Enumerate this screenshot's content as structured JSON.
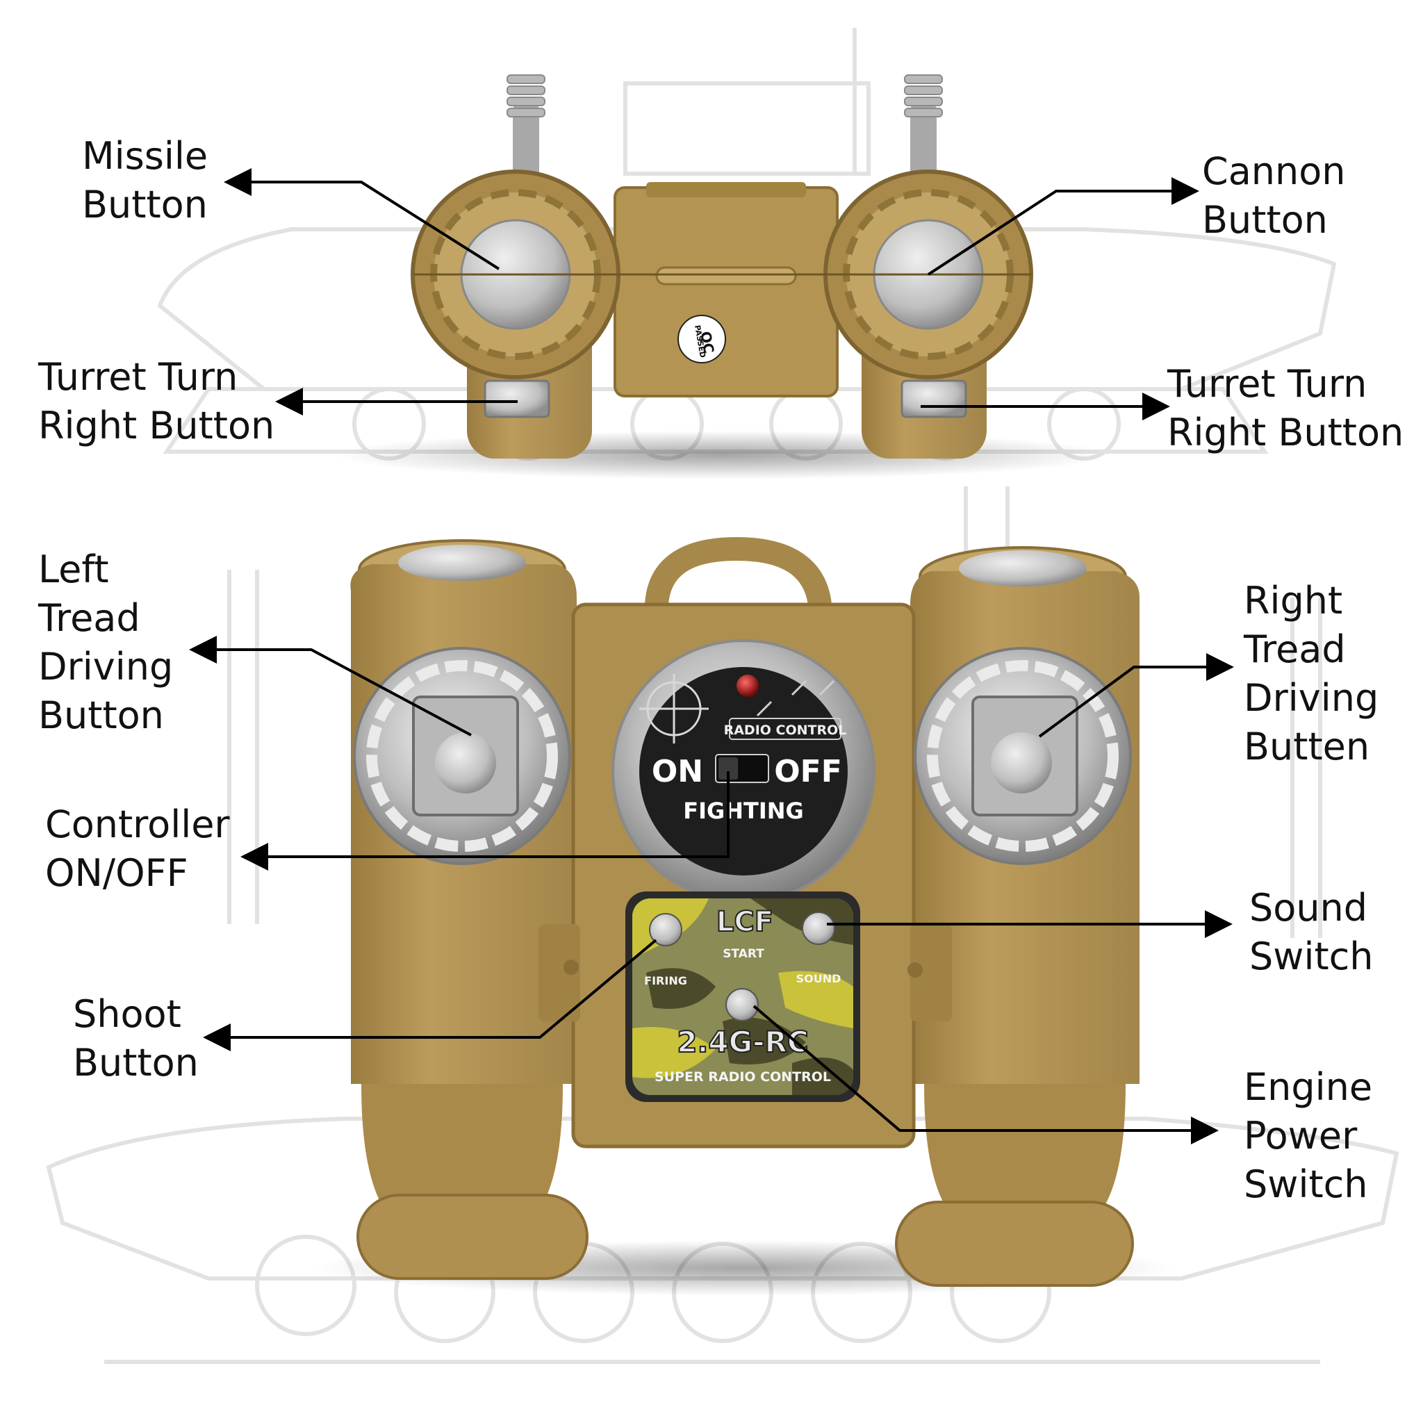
{
  "labels": {
    "missile": [
      "Missile",
      "Button"
    ],
    "cannon": [
      "Cannon",
      "Button"
    ],
    "turret_left": [
      "Turret Turn",
      "Right Button"
    ],
    "turret_right": [
      "Turret Turn",
      "Right Button"
    ],
    "left_tread": [
      "Left",
      "Tread",
      "Driving",
      "Button"
    ],
    "right_tread": [
      "Right",
      "Tread",
      "Driving",
      "Butten"
    ],
    "power": [
      "Controller",
      "ON/OFF"
    ],
    "sound": [
      "Sound",
      "Switch"
    ],
    "shoot": [
      "Shoot",
      "Button"
    ],
    "engine": [
      "Engine",
      "Power",
      "Switch"
    ]
  },
  "device_text": {
    "qc_line1": "QC",
    "qc_line2": "PASSED",
    "radio_control": "RADIO CONTROL",
    "on": "ON",
    "off": "OFF",
    "fighting": "FIGHTING",
    "brand": "LCF",
    "start": "START",
    "firing": "FIRING",
    "sound": "SOUND",
    "model": "2.4G-RC",
    "super_radio_control": "SUPER RADIO CONTROL"
  },
  "colors": {
    "plastic": "#b0914f",
    "plastic_dark": "#8c7036",
    "plastic_light": "#c9ab6c",
    "button_gray": "#c9c9c9",
    "chrome": "#b8b8b8",
    "panel_dark": "#1e1e1e",
    "camo_a": "#c9c23a",
    "camo_b": "#4b4a2a",
    "camo_c": "#8a8b55",
    "indicator_red": "#c41a1a",
    "arrow": "#000000",
    "sketch": "#e3e3e3"
  }
}
